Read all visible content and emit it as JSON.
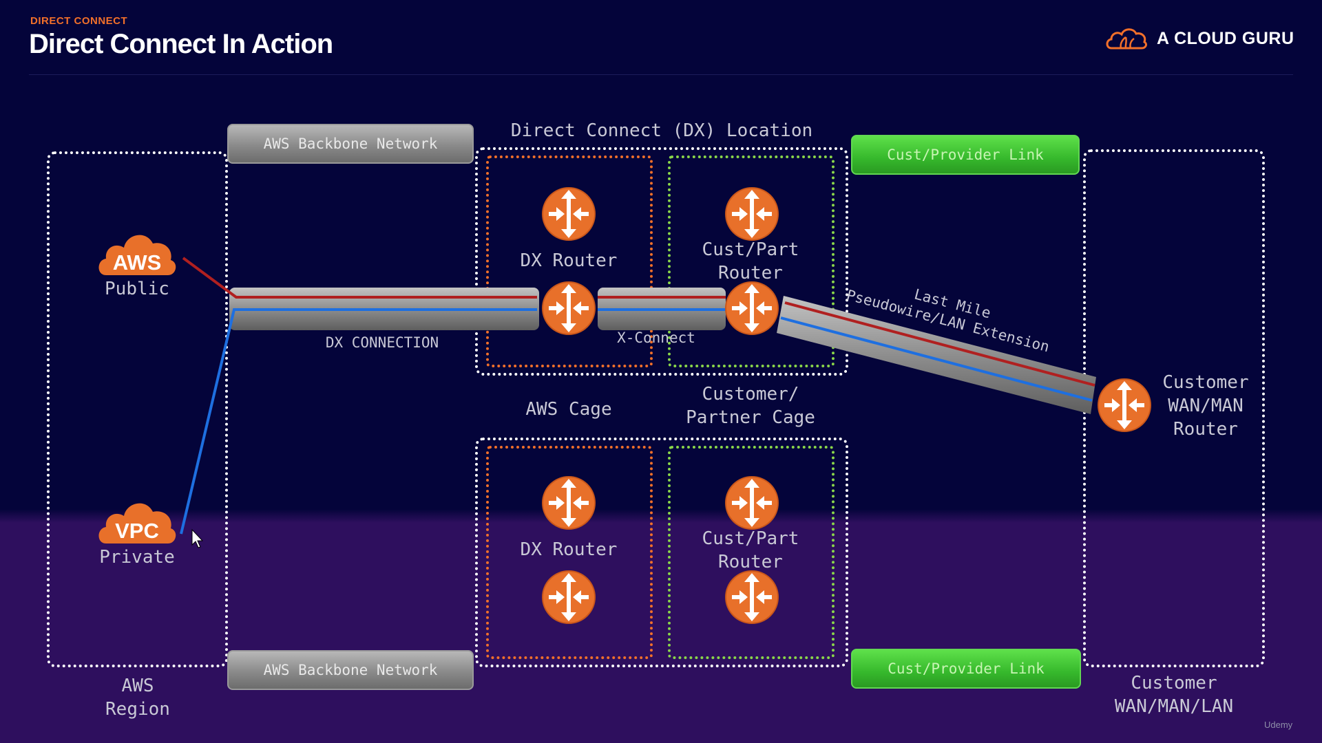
{
  "header": {
    "kicker": "DIRECT CONNECT",
    "title": "Direct Connect In Action",
    "brand": "A CLOUD GURU"
  },
  "colors": {
    "background": "#04043a",
    "band": "#2e0f5e",
    "accent_orange": "#f2702a",
    "link_green": "#3fc02f",
    "public_line": "#b02020",
    "private_line": "#1e6fe0"
  },
  "diagram": {
    "aws_public": {
      "cloud_label": "AWS",
      "caption": "Public"
    },
    "vpc_private": {
      "cloud_label": "VPC",
      "caption": "Private"
    },
    "aws_region_label": "AWS\nRegion",
    "backbone_top": "AWS Backbone Network",
    "backbone_bottom": "AWS Backbone Network",
    "dx_location_label": "Direct Connect (DX) Location",
    "dx_connection_label": "DX CONNECTION",
    "x_connect_label": "X-Connect",
    "dx_router_top_label": "DX Router",
    "cust_router_top_label": "Cust/Part\nRouter",
    "aws_cage_label": "AWS Cage",
    "customer_cage_label": "Customer/\nPartner Cage",
    "dx_router_bottom_label": "DX Router",
    "cust_router_bottom_label": "Cust/Part\nRouter",
    "link_top": "Cust/Provider Link",
    "link_bottom": "Cust/Provider Link",
    "last_mile_line1": "Last Mile",
    "last_mile_line2": "Pseudowire/LAN Extension",
    "customer_router_label": "Customer\nWAN/MAN\nRouter",
    "customer_net_label": "Customer\nWAN/MAN/LAN",
    "router_icon": "router-icon",
    "watermark": "Udemy"
  }
}
